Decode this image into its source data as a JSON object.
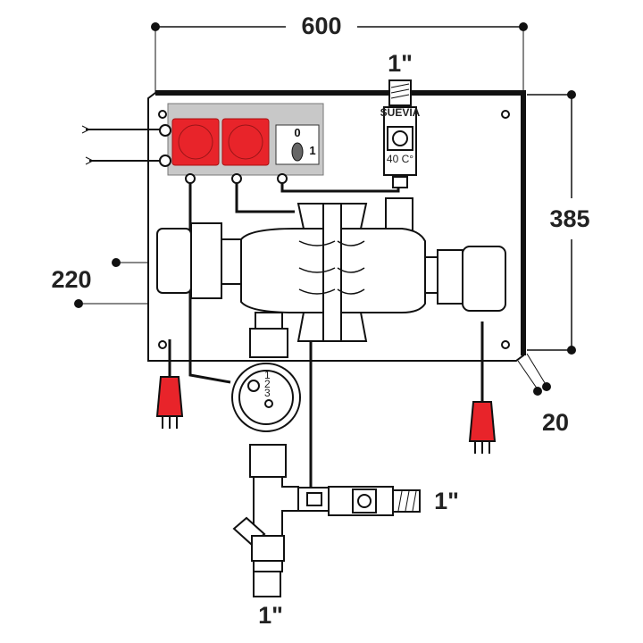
{
  "dimensions": {
    "width": "600",
    "height": "385",
    "depth_mount": "220",
    "thickness": "20"
  },
  "connections": {
    "top": "1\"",
    "right": "1\"",
    "bottom": "1\""
  },
  "switch": {
    "off_label": "0",
    "on_label": "1"
  },
  "thermostat": {
    "brand": "SUEVIA",
    "setpoint": "40 C°"
  },
  "pump": {
    "speeds": [
      "1",
      "2",
      "3"
    ]
  },
  "colors": {
    "socket_red": "#e8242a",
    "panel_gray": "#c8c8c8",
    "line": "#111111"
  }
}
